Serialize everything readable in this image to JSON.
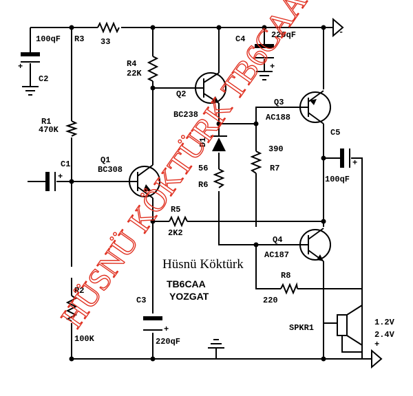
{
  "components": {
    "c2": {
      "ref": "C2",
      "value": "100qF"
    },
    "r3": {
      "ref": "R3",
      "value": "33"
    },
    "c4": {
      "ref": "C4",
      "value": "220qF"
    },
    "r4": {
      "ref": "R4",
      "value": "22K"
    },
    "q2": {
      "ref": "Q2",
      "value": "BC238"
    },
    "q3": {
      "ref": "Q3",
      "value": "AC188"
    },
    "r1": {
      "ref": "R1",
      "value": "470K"
    },
    "c1": {
      "ref": "C1"
    },
    "q1": {
      "ref": "Q1",
      "value": "BC308"
    },
    "d1": {
      "ref": "D1"
    },
    "r7": {
      "ref": "R7",
      "value": "390"
    },
    "c5": {
      "ref": "C5",
      "value": "100qF"
    },
    "r6": {
      "ref": "R6",
      "value": "56"
    },
    "r5": {
      "ref": "R5",
      "value": "2K2"
    },
    "q4": {
      "ref": "Q4",
      "value": "AC187"
    },
    "r2": {
      "ref": "R2",
      "value": "100K"
    },
    "r8": {
      "ref": "R8",
      "value": "220"
    },
    "c3": {
      "ref": "C3",
      "value": "220qF"
    },
    "spkr": {
      "ref": "SPKR1"
    }
  },
  "supply": {
    "minus": "-",
    "plus": "+",
    "v1": "1.2V",
    "v2": "2.4V"
  },
  "polarity": {
    "plus": "+"
  },
  "author": {
    "name": "Hüsnü Köktürk",
    "callsign": "TB6CAA",
    "city": "YOZGAT"
  },
  "watermark": {
    "text": "HÜSNÜ KÖKTÜRK TB6CAA",
    "color": "#e03020"
  }
}
